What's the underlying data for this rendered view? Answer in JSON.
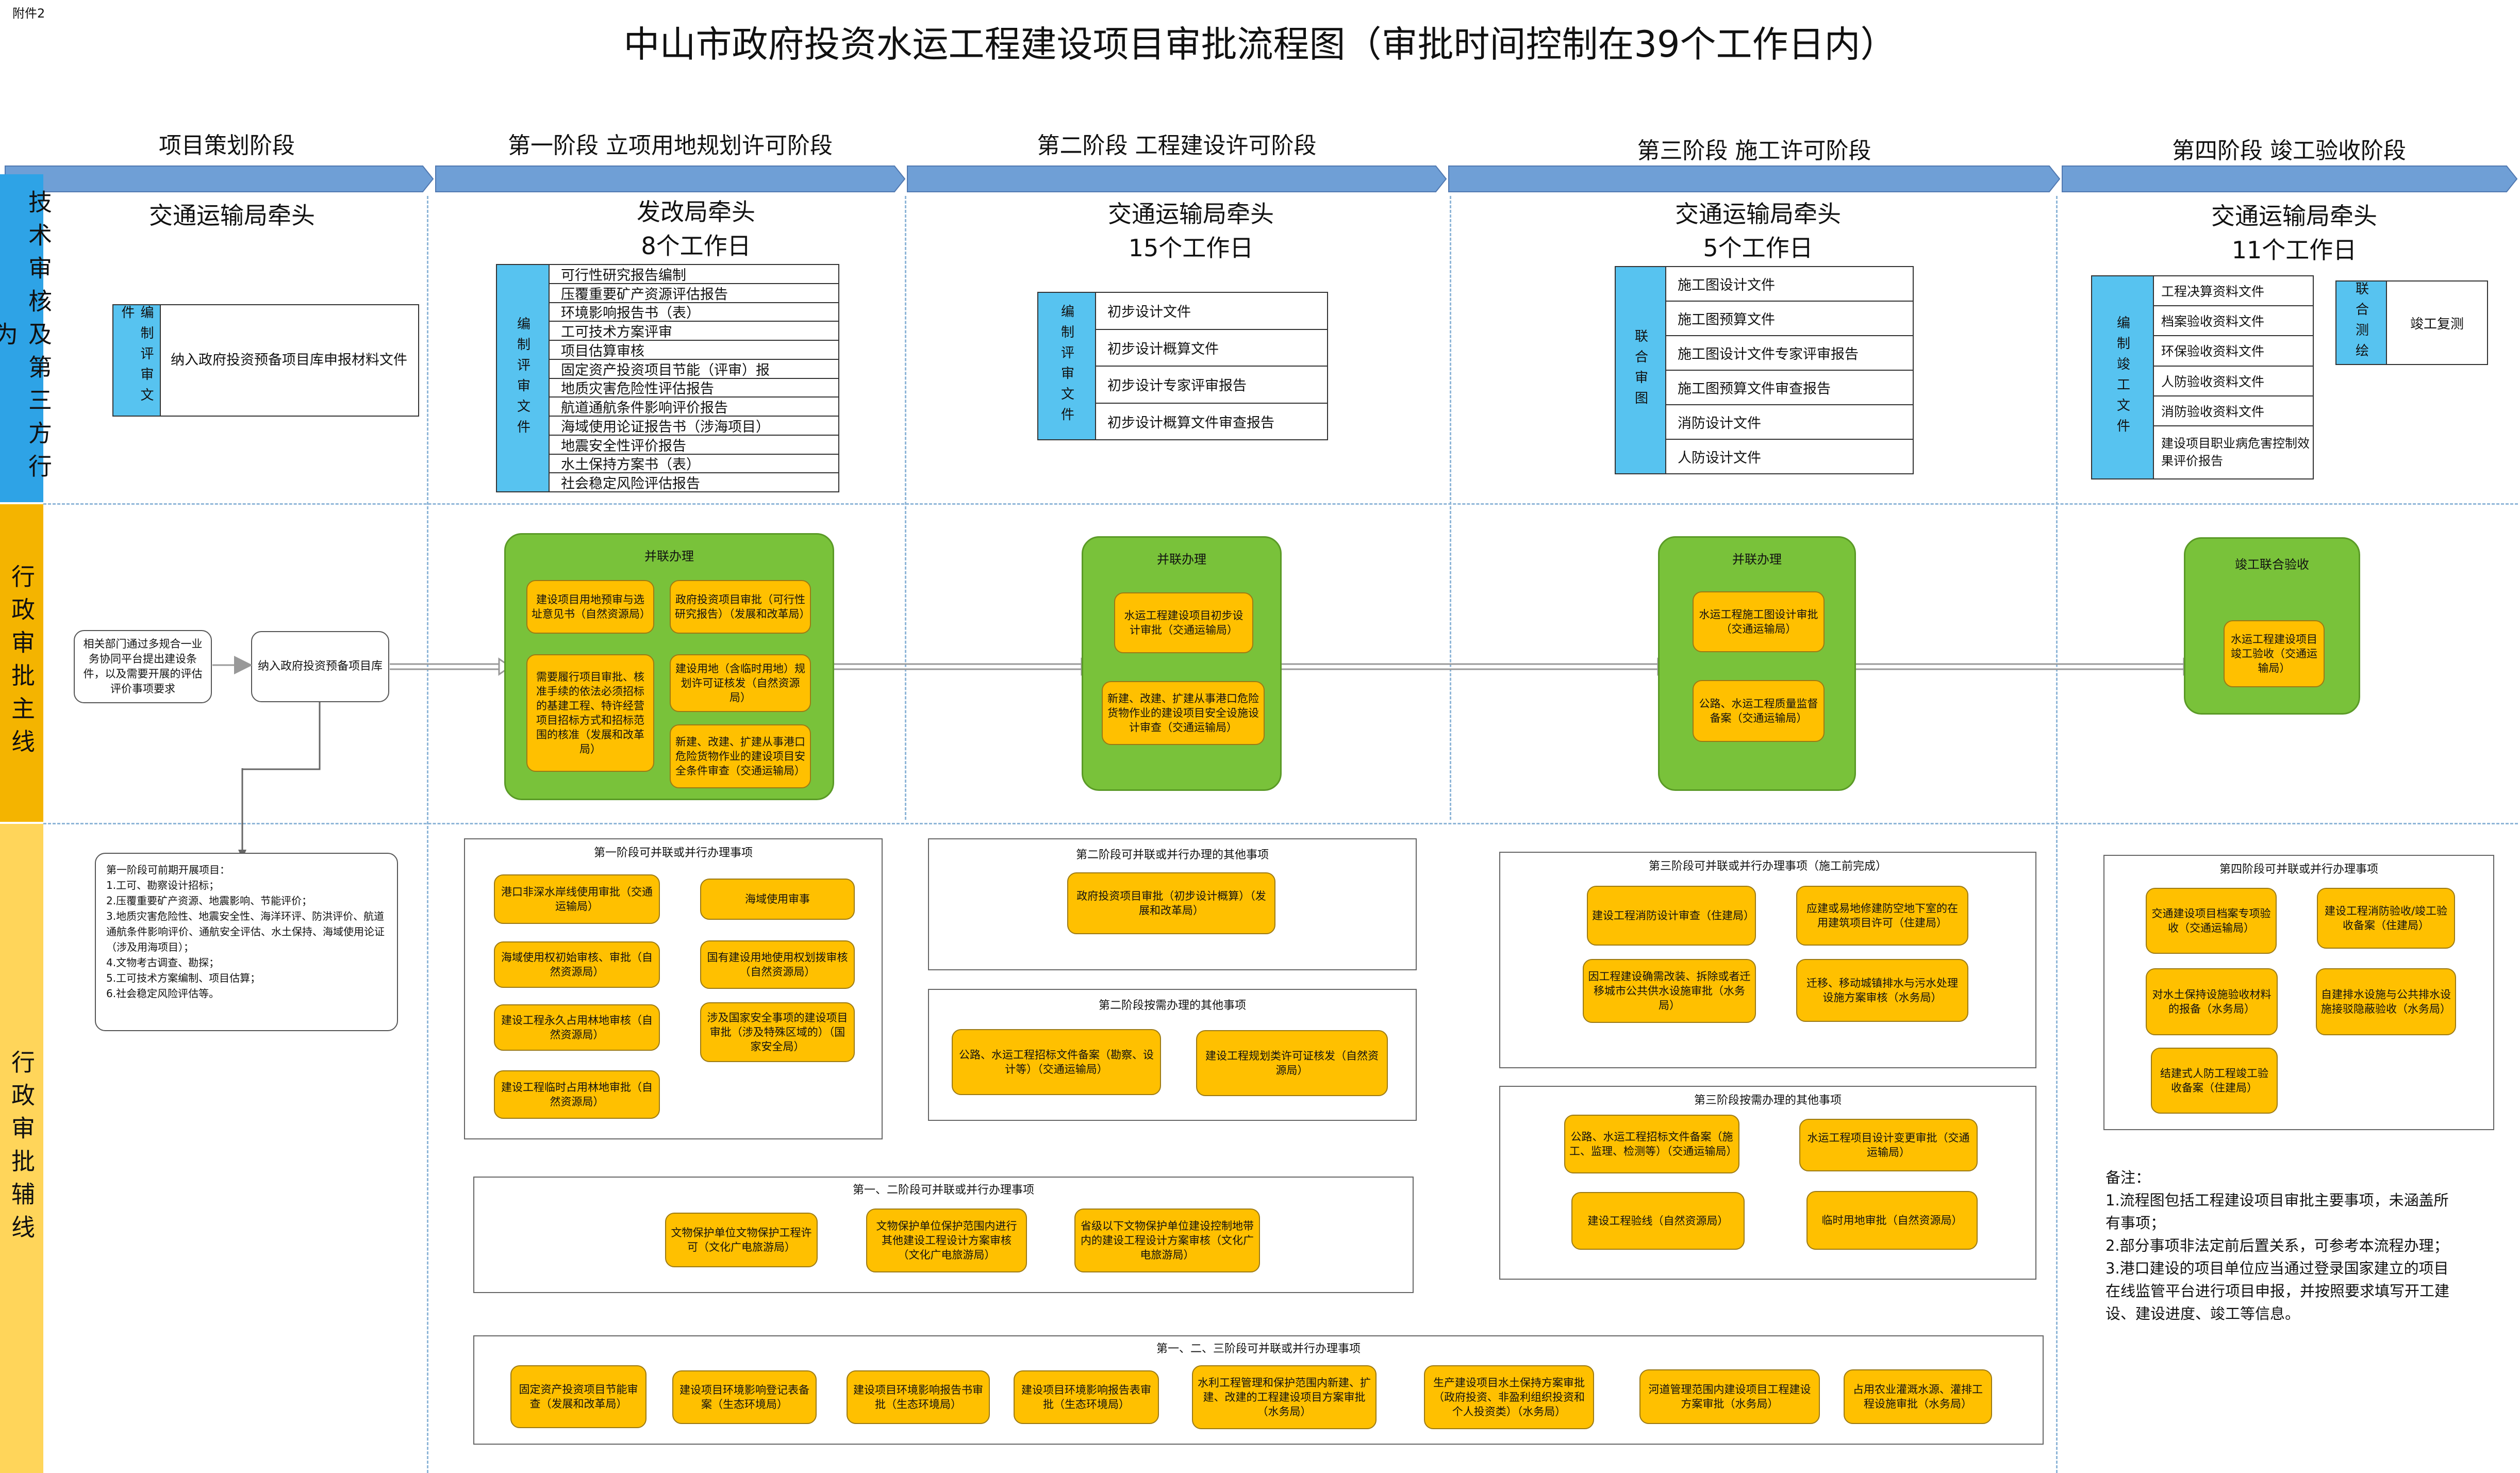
{
  "attachment": "附件2",
  "title": "中山市政府投资水运工程建设项目审批流程图（审批时间控制在39个工作日内）",
  "lanes": {
    "tech": "技术审核及第三方行为",
    "main": "行政审批主线",
    "aux": "行政审批辅线"
  },
  "phases": [
    "项目策划阶段",
    "第一阶段 立项用地规划许可阶段",
    "第二阶段 工程建设许可阶段",
    "第三阶段 施工许可阶段",
    "第四阶段 竣工验收阶段"
  ],
  "leads": [
    {
      "org": "交通运输局牵头",
      "days": ""
    },
    {
      "org": "发改局牵头",
      "days": "8个工作日"
    },
    {
      "org": "交通运输局牵头",
      "days": "15个工作日"
    },
    {
      "org": "交通运输局牵头",
      "days": "5个工作日"
    },
    {
      "org": "交通运输局牵头",
      "days": "11个工作日"
    }
  ],
  "tech": {
    "p0": {
      "side": "编制评审文件",
      "items": [
        "纳入政府投资预备项目库申报材料文件"
      ]
    },
    "p1": {
      "side": "编制评审文件",
      "items": [
        "可行性研究报告编制",
        "压覆重要矿产资源评估报告",
        "环境影响报告书（表）",
        "工可技术方案评审",
        "项目估算审核",
        "固定资产投资项目节能（评审）报",
        "地质灾害危险性评估报告",
        "航道通航条件影响评价报告",
        "海域使用论证报告书（涉海项目）",
        "地震安全性评价报告",
        "水土保持方案书（表）",
        "社会稳定风险评估报告"
      ]
    },
    "p2": {
      "side": "编制评审文件",
      "items": [
        "初步设计文件",
        "初步设计概算文件",
        "初步设计专家评审报告",
        "初步设计概算文件审查报告"
      ]
    },
    "p3": {
      "side": "联合审图",
      "items": [
        "施工图设计文件",
        "施工图预算文件",
        "施工图设计文件专家评审报告",
        "施工图预算文件审查报告",
        "消防设计文件",
        "人防设计文件"
      ]
    },
    "p4": {
      "side": "编制竣工文件",
      "items": [
        "工程决算资料文件",
        "档案验收资料文件",
        "环保验收资料文件",
        "人防验收资料文件",
        "消防验收资料文件",
        "建设项目职业病危害控制效果评价报告"
      ]
    },
    "p4b": {
      "side": "联合测绘",
      "items": [
        "竣工复测"
      ]
    }
  },
  "main": {
    "start": "相关部门通过多规合一业务协同平台提出建设条件，以及需要开展的评估评价事项要求",
    "library": "纳入政府投资预备项目库",
    "g1": {
      "title": "并联办理",
      "nodes": [
        "建设项目用地预审与选址意见书（自然资源局）",
        "政府投资项目审批（可行性研究报告）（发展和改革局）",
        "需要履行项目审批、核准手续的依法必须招标的基建工程、特许经营项目招标方式和招标范围的核准（发展和改革局）",
        "建设用地（含临时用地）规划许可证核发（自然资源局）",
        "新建、改建、扩建从事港口危险货物作业的建设项目安全条件审查（交通运输局）"
      ]
    },
    "g2": {
      "title": "并联办理",
      "nodes": [
        "水运工程建设项目初步设计审批（交通运输局）",
        "新建、改建、扩建从事港口危险货物作业的建设项目安全设施设计审查（交通运输局）"
      ]
    },
    "g3": {
      "title": "并联办理",
      "nodes": [
        "水运工程施工图设计审批（交通运输局）",
        "公路、水运工程质量监督备案（交通运输局）"
      ]
    },
    "g4": {
      "title": "竣工联合验收",
      "nodes": [
        "水运工程建设项目竣工验收（交通运输局）"
      ]
    }
  },
  "aux": {
    "pre": {
      "title": "第一阶段可前期开展项目：",
      "items": [
        "1.工可、勘察设计招标；",
        "2.压覆重要矿产资源、地震影响、节能评价；",
        "3.地质灾害危险性、地震安全性、海洋环评、防洪评价、航道通航条件影响评价、通航安全评估、水土保持、海域使用论证（涉及用海项目）；",
        "4.文物考古调查、勘探；",
        "5.工可技术方案编制、项目估算；",
        "6.社会稳定风险评估等。"
      ]
    },
    "a1": {
      "title": "第一阶段可并联或并行办理事项",
      "nodes": [
        "港口非深水岸线使用审批（交通运输局）",
        "海域使用审事",
        "海域使用权初始审核、审批（自然资源局）",
        "国有建设用地使用权划拨审核（自然资源局）",
        "建设工程永久占用林地审核（自然资源局）",
        "涉及国家安全事项的建设项目审批（涉及特殊区域的）（国家安全局）",
        "建设工程临时占用林地审批（自然资源局）"
      ]
    },
    "a2a": {
      "title": "第二阶段可并联或并行办理的其他事项",
      "nodes": [
        "政府投资项目审批（初步设计概算）（发展和改革局）"
      ]
    },
    "a2b": {
      "title": "第二阶段按需办理的其他事项",
      "nodes": [
        "公路、水运工程招标文件备案（勘察、设计等）（交通运输局）",
        "建设工程规划类许可证核发（自然资源局）"
      ]
    },
    "a3a": {
      "title": "第三阶段可并联或并行办理事项（施工前完成）",
      "nodes": [
        "建设工程消防设计审查（住建局）",
        "应建或易地修建防空地下室的在用建筑项目许可（住建局）",
        "因工程建设确需改装、拆除或者迁移城市公共供水设施审批（水务局）",
        "迁移、移动城镇排水与污水处理设施方案审核（水务局）"
      ]
    },
    "a3b": {
      "title": "第三阶段按需办理的其他事项",
      "nodes": [
        "公路、水运工程招标文件备案（施工、监理、检测等）（交通运输局）",
        "水运工程项目设计变更审批（交通运输局）",
        "建设工程验线（自然资源局）",
        "临时用地审批（自然资源局）"
      ]
    },
    "a4": {
      "title": "第四阶段可并联或并行办理事项",
      "nodes": [
        "交通建设项目档案专项验收（交通运输局）",
        "建设工程消防验收/竣工验收备案（住建局）",
        "对水土保持设施验收材料的报备（水务局）",
        "自建排水设施与公共排水设施接驳隐蔽验收（水务局）",
        "结建式人防工程竣工验收备案（住建局）"
      ]
    },
    "a12": {
      "title": "第一、二阶段可并联或并行办理事项",
      "nodes": [
        "文物保护单位文物保护工程许可（文化广电旅游局）",
        "文物保护单位保护范围内进行其他建设工程设计方案审核（文化广电旅游局）",
        "省级以下文物保护单位建设控制地带内的建设工程设计方案审核（文化广电旅游局）"
      ]
    },
    "a123": {
      "title": "第一、二、三阶段可并联或并行办理事项",
      "nodes": [
        "固定资产投资项目节能审查（发展和改革局）",
        "建设项目环境影响登记表备案（生态环境局）",
        "建设项目环境影响报告书审批（生态环境局）",
        "建设项目环境影响报告表审批（生态环境局）",
        "水利工程管理和保护范围内新建、扩建、改建的工程建设项目方案审批（水务局）",
        "生产建设项目水土保持方案审批（政府投资、非盈利组织投资和个人投资类）（水务局）",
        "河道管理范围内建设项目工程建设方案审批（水务局）",
        "占用农业灌溉水源、灌排工程设施审批（水务局）"
      ]
    },
    "note": {
      "title": "备注：",
      "items": [
        "1.流程图包括工程建设项目审批主要事项，未涵盖所有事项；",
        "2.部分事项非法定前后置关系，可参考本流程办理；",
        "3.港口建设的项目单位应当通过登录国家建立的项目在线监管平台进行项目申报，并按照要求填写开工建设、建设进度、竣工等信息。"
      ]
    }
  },
  "colors": {
    "blue": "#2ea3e6",
    "orange": "#f4b400",
    "lemon": "#ffd55a",
    "green": "#79c23a",
    "node": "#ffc000"
  }
}
